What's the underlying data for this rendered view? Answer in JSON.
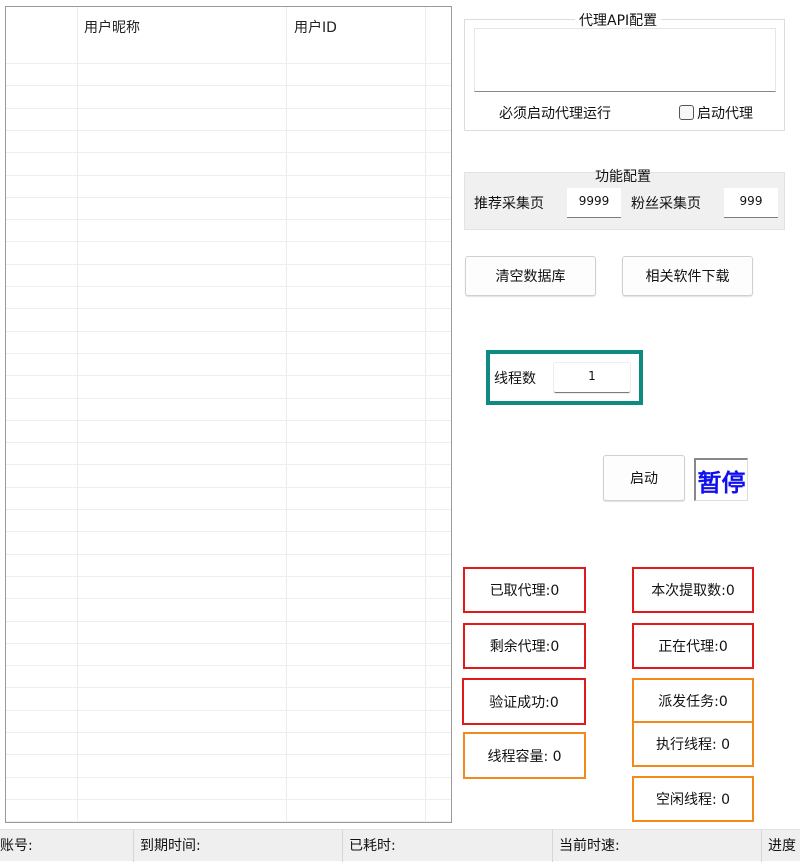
{
  "table": {
    "columns": [
      "",
      "用户昵称",
      "用户ID",
      ""
    ],
    "rows": []
  },
  "proxy_api": {
    "title": "代理API配置",
    "textarea_value": "",
    "hint": "必须启动代理运行",
    "enable_proxy_label": "启动代理",
    "enable_proxy_checked": false
  },
  "function_config": {
    "title": "功能配置",
    "recommend_pages_label": "推荐采集页",
    "recommend_pages_value": "9999",
    "fans_pages_label": "粉丝采集页",
    "fans_pages_value": "999"
  },
  "buttons": {
    "clear_db": "清空数据库",
    "download_software": "相关软件下载",
    "start": "启动",
    "pause": "暂停"
  },
  "threads": {
    "label": "线程数",
    "value": "1"
  },
  "stats": {
    "proxies_taken": "已取代理:0",
    "extract_count": "本次提取数:0",
    "proxies_remaining": "剩余代理:0",
    "proxying": "正在代理:0",
    "verified_ok": "验证成功:0",
    "dispatched_tasks": "派发任务:0",
    "thread_capacity": "线程容量: 0",
    "running_threads": "执行线程: 0",
    "idle_threads": "空闲线程: 0"
  },
  "statusbar": {
    "account": "账号:",
    "expire": "到期时间:",
    "elapsed": "已耗时:",
    "speed": "当前时速:",
    "progress": "进度"
  },
  "colors": {
    "thread_border": "#0e8a82",
    "stat_red": "#e01a1a",
    "stat_orange": "#f08a1a",
    "pause_text": "#1010ee"
  }
}
